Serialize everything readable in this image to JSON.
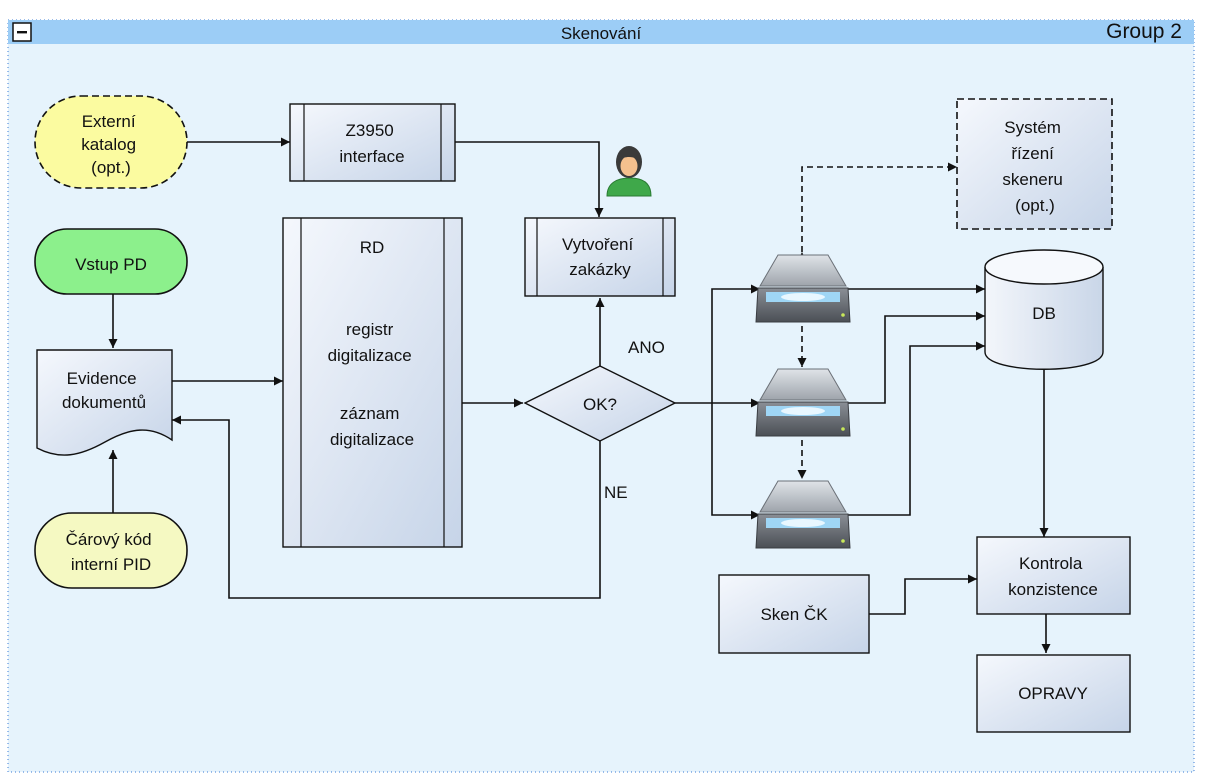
{
  "group": {
    "title": "Skenování",
    "name": "Group 2",
    "collapse_symbol": "−"
  },
  "nodes": {
    "externi_katalog": [
      "Externí",
      "katalog",
      "(opt.)"
    ],
    "z3950": [
      "Z3950",
      "interface"
    ],
    "vstup_pd": [
      "Vstup PD"
    ],
    "evidence": [
      "Evidence",
      "dokumentů"
    ],
    "carovy_kod": [
      "Čárový kód",
      "interní PID"
    ],
    "rd_title": "RD",
    "rd_body": [
      "registr",
      "digitalizace",
      "",
      "záznam",
      "digitalizace"
    ],
    "vytvoreni": [
      "Vytvoření",
      "zakázky"
    ],
    "ok": "OK?",
    "system_rizeni": [
      "Systém",
      "řízení",
      "skeneru",
      "(opt.)"
    ],
    "db": "DB",
    "kontrola": [
      "Kontrola",
      "konzistence"
    ],
    "sken_ck": "Sken ČK",
    "opravy": "OPRAVY"
  },
  "edge_labels": {
    "ano": "ANO",
    "ne": "NE"
  },
  "icons": {
    "user": "user-icon",
    "scanner": "scanner-icon",
    "collapse": "collapse-icon"
  },
  "colors": {
    "header": "#9ccdf6",
    "background": "#e6f3fc",
    "terminal_yellow": "#fbfba0",
    "terminal_green": "#8cf08c",
    "oval_yellow": "#f5f9c2",
    "box_gradient_top": "#f4f7fc",
    "box_gradient_bottom": "#c9d7ea",
    "stroke": "#1a1a1a"
  }
}
